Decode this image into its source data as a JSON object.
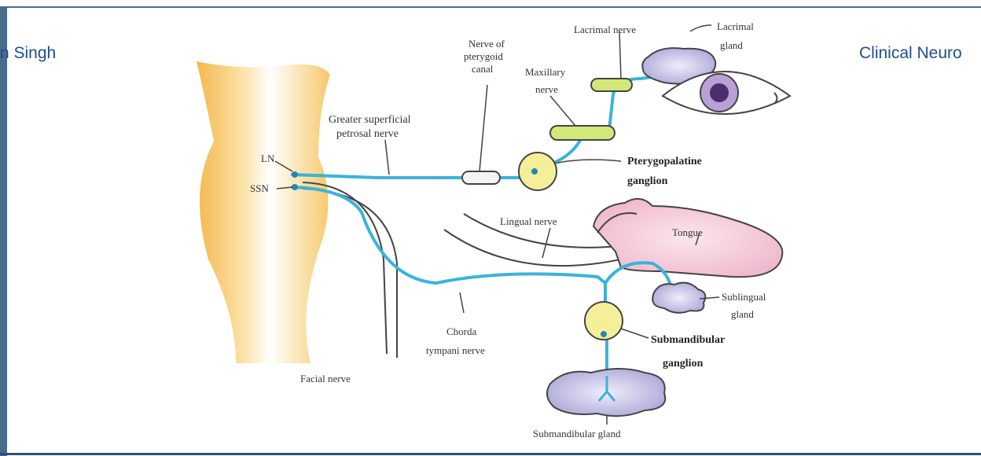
{
  "header": {
    "author_fragment": "n Singh",
    "course_fragment": "Clinical Neuro"
  },
  "diagram": {
    "labels": {
      "lacrimal_nerve": "Lacrimal nerve",
      "lacrimal_gland_1": "Lacrimal",
      "lacrimal_gland_2": "gland",
      "nerve_of_pterygoid_1": "Nerve of",
      "nerve_of_pterygoid_2": "pterygoid",
      "nerve_of_pterygoid_3": "canal",
      "maxillary_1": "Maxillary",
      "maxillary_2": "nerve",
      "gsp_1": "Greater superficial",
      "gsp_2": "petrosal nerve",
      "ln": "LN",
      "ssn": "SSN",
      "pterygopalatine_1": "Pterygopalatine",
      "pterygopalatine_2": "ganglion",
      "lingual": "Lingual nerve",
      "tongue": "Tongue",
      "sublingual_1": "Sublingual",
      "sublingual_2": "gland",
      "chorda_1": "Chorda",
      "chorda_2": "tympani nerve",
      "submandibular_ganglion_1": "Submandibular",
      "submandibular_ganglion_2": "ganglion",
      "facial": "Facial nerve",
      "submandibular_gland": "Submandibular gland"
    },
    "colors": {
      "nerve": "#3bb3d8",
      "brainstem": "#f6c96a",
      "ganglion": "#f6ef9a",
      "gland": "#b9b6e0",
      "tongue": "#f3c9d9",
      "sheath": "#d3e87a",
      "frame": "#4a6a8c",
      "header_text": "#1f4e8c"
    }
  }
}
